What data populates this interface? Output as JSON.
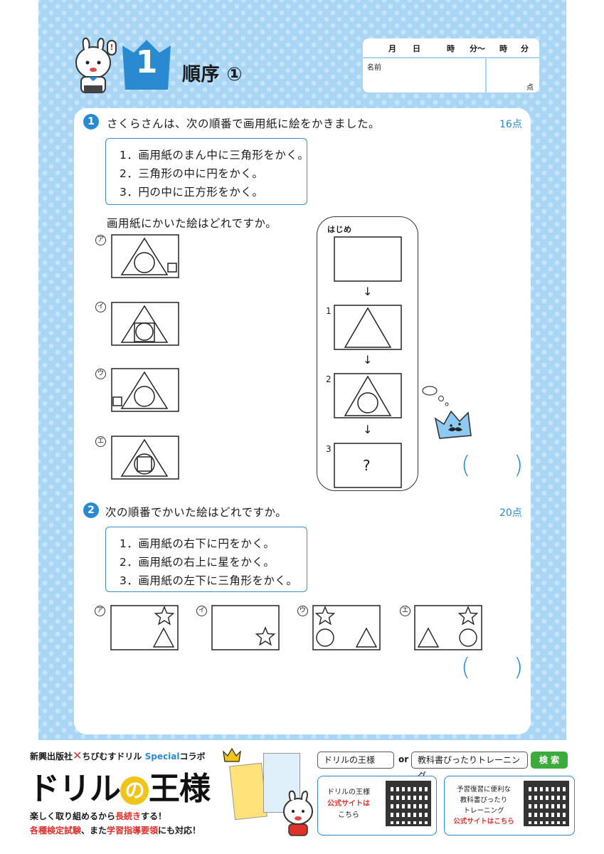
{
  "header": {
    "number": "1",
    "title": "順序 ①",
    "date_row": [
      "月",
      "日",
      "時",
      "分〜",
      "時",
      "分"
    ],
    "name_label": "名前",
    "score_label": "点"
  },
  "q1": {
    "number": "1",
    "prompt": "さくらさんは、次の順番で画用紙に絵をかきました。",
    "points": "16点",
    "steps": [
      "1．画用紙のまん中に三角形をかく。",
      "2．三角形の中に円をかく。",
      "3．円の中に正方形をかく。"
    ],
    "question": "画用紙にかいた絵はどれですか。",
    "options": [
      "ア",
      "イ",
      "ウ",
      "エ"
    ],
    "flow_title": "はじめ",
    "flow_labels": [
      "1",
      "2",
      "3"
    ],
    "flow_arrow": "↓",
    "unknown": "?",
    "answer_open": "(",
    "answer_close": ")"
  },
  "q2": {
    "number": "2",
    "prompt": "次の順番でかいた絵はどれですか。",
    "points": "20点",
    "steps": [
      "1．画用紙の右下に円をかく。",
      "2．画用紙の右上に星をかく。",
      "3．画用紙の左下に三角形をかく。"
    ],
    "options": [
      "ア",
      "イ",
      "ウ",
      "エ"
    ],
    "answer_open": "(",
    "answer_close": ")"
  },
  "footer": {
    "publisher": "新興出版社",
    "cross": "✕",
    "collab": "ちびむすドリル",
    "special": "Special",
    "collab_tail": "コラボ",
    "logo_part1": "ドリル",
    "logo_no": "の",
    "logo_part2": "王様",
    "tag1_a": "楽しく取り組めるから",
    "tag1_b": "長続き",
    "tag1_c": "する！",
    "tag2_a": "各種検定試験",
    "tag2_b": "、また",
    "tag2_c": "学習指導要領",
    "tag2_d": "にも対応！",
    "search1": "ドリルの王様",
    "search_or": "or",
    "search2": "教科書ぴったりトレーニング",
    "search_btn": "検 索",
    "qr1_line1": "ドリルの王様",
    "qr1_line2": "公式サイトは",
    "qr1_line3": "こちら",
    "qr2_line1": "予習復習に便利な",
    "qr2_line2": "教科書ぴったり",
    "qr2_line3": "トレーニング",
    "qr2_line4": "公式サイトはこちら"
  },
  "colors": {
    "accent": "#2a8ad1",
    "pattern": "#a9d6f5",
    "red": "#e0302a",
    "green": "#3cab3c",
    "gold": "#f0c419"
  }
}
